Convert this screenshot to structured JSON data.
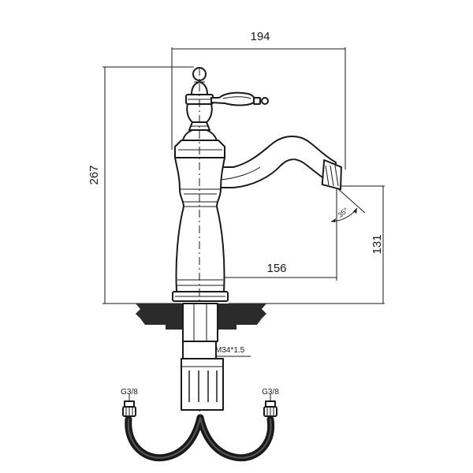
{
  "dimensions": {
    "width_total": "194",
    "height_total": "267",
    "spout_reach": "156",
    "spout_height": "131",
    "spout_angle": "35°"
  },
  "thread_label": "M34*1.5",
  "connections": {
    "left": "G3/8",
    "right": "G3/8"
  }
}
